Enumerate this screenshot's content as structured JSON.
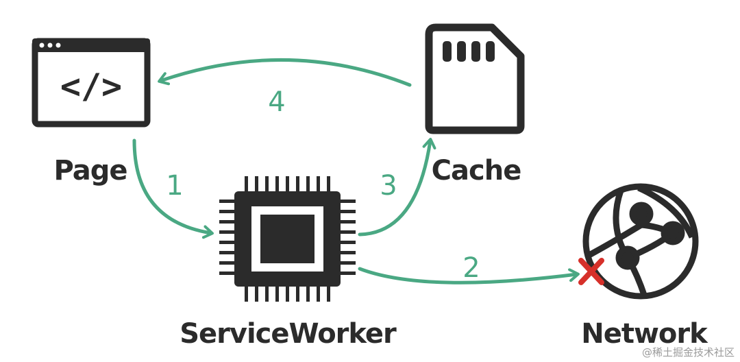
{
  "colors": {
    "accent": "#4aa883",
    "ink": "#2b2b2b",
    "error": "#d6302a"
  },
  "nodes": {
    "page": {
      "label": "Page",
      "icon": "browser-code-icon"
    },
    "cache": {
      "label": "Cache",
      "icon": "sd-card-icon"
    },
    "service_worker": {
      "label": "ServiceWorker",
      "icon": "cpu-chip-icon"
    },
    "network": {
      "label": "Network",
      "icon": "globe-network-icon"
    }
  },
  "code_glyph": "</>",
  "steps": [
    "1",
    "2",
    "3",
    "4"
  ],
  "watermark": "@稀土掘金技术社区"
}
